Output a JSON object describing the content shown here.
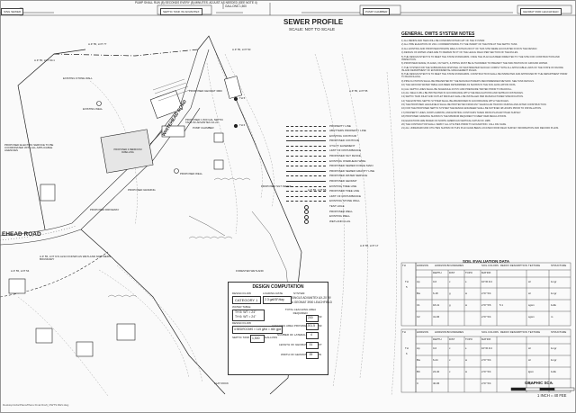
{
  "header": {
    "top_note": "PUMP SHALL RUN (8) SECONDS EVERY (8) MINUTES. ADJUST AS NEEDED (SEE NOTE 4)",
    "tank": "SEPTIC TANK W/ ADVANTEX",
    "gallons": "GALLONS 1,500",
    "pump_chamber": "PUMP CHAMBER",
    "geomat": "GEOMAT 3900 LEACHFIELD",
    "left_tag": "SING SEWER"
  },
  "profile": {
    "title": "SEWER PROFILE",
    "scale": "SCALE: NOT TO SCALE"
  },
  "notes": {
    "title": "GENERAL OWTS SYSTEM NOTES",
    "items": [
      "1) ALL BENDS AND TEES WILL BE CONFORM WITHIN 1/8\" OF THE SYSTEM",
      "2) ALL PIPE ELEVATION OF 234.1 CORRESPONDING TO THE INVERT OF THE PIPE AT THE SEPTIC TANK.",
      "3) ALL EXISTING AND PROPOSED PRIVATE WELLS WITHIN 200 FT OF THIS SITE WERE ACCOUNTED FOR IN THE DESIGN.",
      "4) DESIGN OF WATER LINES ARE TO REMAIN 50 FT OF THE LEACH FIELD PER SECTION OF THE RULES.",
      "5) THE DESIGN INTENT IS TO MEET THE STATE STANDARDS. ONCE THE PLAN HAS BEEN DIRECTED TO THE SITE FOR CONSTRUCTION AND INSPECTION.",
      "6) PROPOSED FENCE, PLACES, OUTLETS, & PIPING MUST BE AUTHORIZED TO PREVENT THE INFILTRATION OF GROUND WATER.",
      "7) THE SYSTEM FOR THE SUBSURFACE DISPOSAL OF WASTEWATER SHOULD COMPLY WITH ALL APPLICABLE LAWS OF THE STATE OF RHODE ISLAND DEPARTMENT OF ENVIRONMENTAL MANAGEMENT RULES.",
      "8) THE DESIGN INTENT IS TO MEET THE STATE STANDARDS. CONSTRUCTION SHALL BE INSPECTED AND APPROVED BY THE DEPARTMENT PRIOR TO BACKFILLING.",
      "9) PIPE FLOTATION SHALL BE PREVENTED BY THE MANUFACTURER'S RECOMMENDED METHOD. SEE TANK DETAILS.",
      "10) THE GROUND WATER TABLE HAS BEEN DETERMINED AS SHOWN IN THE SOIL EVALUATION DATA.",
      "11) ALL SEPTIC LINES SHALL BE SCHEDULE 40 PVC AND PRESSURE TESTED PRIOR TO BACKFILL.",
      "12) ALL WELLS WILL BE PROTECTED IN ACCORDANCE WITH THE REGULATIONS AND SETBACK DISTANCES.",
      "13) SEPTIC TANK INLET AND OUTLET BAFFLES SHALL BE INSTALLED PER MANUFACTURER SPECIFICATION.",
      "14) THE EXISTING SEPTIC SYSTEM SHALL BE ABANDONED IN ACCORDANCE WITH THE RULES.",
      "15) THE PROPOSED LEACHFIELD SHALL BE PROTECTED FROM ANY VEHICULAR TRAFFIC DURING AND AFTER CONSTRUCTION.",
      "16) FOR THE PROPOSED SEPTIC SYSTEM THE DESIGN ENGINEER SHALL BE NOTIFIED 48 HOURS PRIOR TO INSTALLATION.",
      "17) PROPERTY LINES, NORTH ARROW, AND EXISTING CONTOURS TAKEN FROM PLAN ENTITLED SURVEY.",
      "18) PROPOSED GRADING SHOWN IS THE MINIMUM REQUIRED TO MEET DEM REGULATIONS.",
      "19) ELEVATIONS ARE BASED ON NORTH AMERICAN VERTICAL DATUM OF 1988.",
      "20) THE CONTRACTOR SHALL VERIFY ALL UTILITIES PRIOR TO EXCAVATION. CALL DIG SAFE.",
      "21) ALL UNDERGROUND UTILITIES SHOWN ON THIS PLAN HAVE BEEN LOCATED FROM FIELD SURVEY INFORMATION AND RECORD PLANS."
    ]
  },
  "legend": {
    "items": [
      "PROPERTY LINE",
      "ABUTTERS PROPERTY LINE",
      "EXISTING CONTOUR",
      "PROPOSED CONTOUR",
      "UTILITY EASEMENT",
      "LIMIT OF DISTURBANCE",
      "PROPOSED SILT FENCE",
      "EXISTING OVERHEAD WIRE",
      "PROPOSED SEWER FORCE MAIN",
      "PROPOSED SEWER GRAVITY LINE",
      "PROPOSED WATER SERVICE",
      "PROPOSED GEOMAT",
      "EXISTING TREE LINE",
      "PROPOSED TREE LINE",
      "LIMIT OF DISTURBANCE",
      "EXISTING STONE WALL",
      "TEST HOLE",
      "PROPOSED WELL",
      "EXISTING WELL",
      "WETLAND FLAG"
    ]
  },
  "design": {
    "title": "DESIGN COMPUTATION",
    "design_flow_label": "DESIGN FLOW",
    "design_flow_value": "CATEGORY 1",
    "loading_rate_label": "LOADING RATE",
    "loading_rate_value": "2.3 gal/SF/day",
    "system_label": "SYSTEM",
    "system_line1": "SINGLE ADVANTEX AX-20 W/",
    "system_line2": "A GEOMAT 3900 LEACHFIELD",
    "water_table_label": "WATER TABLE",
    "water_table_1": "TH 5: WT = 24\"",
    "water_table_2": "TH 6: WT = 24\"",
    "bedrooms_label": "DESIGN FLOW",
    "bedrooms_value": "4 BEDROOMS × 115 g/bd = 460 gpd",
    "septic_label": "SEPTIC TANK",
    "septic_value": "1,500",
    "septic_unit": "GALLONS",
    "area_req_label": "TOTAL LEACHING AREA REQUIRED:",
    "area_req_value": "200",
    "area_req_unit": "SF",
    "area_prov_label": "LEACHING AREA PROVIDED:",
    "area_prov_value": "201.5",
    "area_prov_unit": "SF",
    "laterals_label": "NUMBER OF LATERALS:",
    "laterals_value": "4",
    "length_label": "LENGTH OF GEOMAT:",
    "length_value": "31",
    "length_unit": "FT",
    "width_label": "WIDTH OF GEOMAT:",
    "width_value": "39",
    "width_unit": "IN"
  },
  "soil": {
    "title": "SOIL EVALUATION DATA",
    "header_1": [
      "TH",
      "HORIZON",
      "HORIZON BOUNDARIES",
      "SOIL COLORS",
      "REDOX DESCRIPTION",
      "TEXTURE",
      "STRUCTURE"
    ],
    "header_sub": [
      "DEPTH",
      "DIST",
      "TOPO",
      "MATRIX"
    ],
    "th_1": "5",
    "th_1_label": "TH",
    "rows_1": [
      [
        "Ap",
        "0-6",
        "c",
        "s",
        "10YR 4/4",
        "",
        "sil",
        "1mgr"
      ],
      [
        "Bw",
        "6-18",
        "g",
        "w",
        "2.5Y 5/4",
        "",
        "sil",
        "1mgr"
      ],
      [
        "C1",
        "18-41",
        "g",
        "w",
        "2.5Y 5/6",
        "5.1",
        "sgsm",
        "1sbk"
      ],
      [
        "C2",
        "41-96",
        "",
        "",
        "2.5Y 5/4",
        "",
        "sgsm",
        "m"
      ]
    ],
    "th_2": "6",
    "th_2_label": "TH",
    "rows_2": [
      [
        "Ap",
        "0-6",
        "c",
        "s",
        "10YR 4/4",
        "",
        "sil",
        "1mgr"
      ],
      [
        "Bw",
        "6-24",
        "c",
        "w",
        "2.5Y 5/4",
        "",
        "sil",
        "1mgr"
      ],
      [
        "BC",
        "24-40",
        "c",
        "w",
        "2.5Y 5/4",
        "",
        "lgsm",
        "1sbk"
      ],
      [
        "C",
        "40-96",
        "",
        "",
        "2.5Y 5/4",
        "",
        "sgsm",
        "m"
      ]
    ]
  },
  "map": {
    "road_upper": "WHITEHEAD ROAD",
    "road_lower": "EHEAD ROAD",
    "existing_well": "EXISTING WELL",
    "prop_well": "PROPOSED WELL",
    "prop_dwelling": "PROPOSED 4 BEDROOM DWELLING",
    "septic_tank": "PROPOSED 1,500 GAL SEPTIC TANK W/ ADVANTEX AX-20",
    "pump_chamber_label": "PUMP CHAMBER",
    "leachfield": "PROPOSED GEOMAT 3900",
    "prop_electric": "PROPOSED ELECTRIC SERVICE TO BE COORDINATED WITH ALL APPLICABLE AGENCIES",
    "test_hole": "TH 5",
    "test_hole_2": "TH 6",
    "wetland": "EDGE OF WETLAND",
    "flat_rock": "FLAT ROCK",
    "lot_note_1": "A.P. 55, LOT 60-1",
    "lot_note_2": "A.P. 55, LOT 77",
    "lot_note_3": "A.P. 55, LOT 50",
    "lot_note_4": "A.P. 55, LOT 55",
    "lot_note_5": "A.P. 55, LOT 56",
    "lot_note_6": "A.P. 55, LOT 54",
    "lot_note_7": "A.P. 55, LOT 17",
    "silt_fence": "PROPOSED SILT FENCE",
    "stone_wall": "EXISTING STONE WALL",
    "prop_driveway": "PROPOSED DRIVEWAY",
    "forested": "FORESTED WETLAND",
    "prop_grading": "PROPOSED GRADING",
    "downstream_note": "A.P. 55, LOT 9 IS ALSO KNOWN AS WETLAND NORTHERN BOUNDARY"
  },
  "footer": {
    "graphic_scale": "GRAPHIC SCA",
    "scale_note": "1 INCH = 40 FEE",
    "file": "Desktop/Jobs/Plans/Plans Final Draft_OWTS REV.dwg"
  }
}
